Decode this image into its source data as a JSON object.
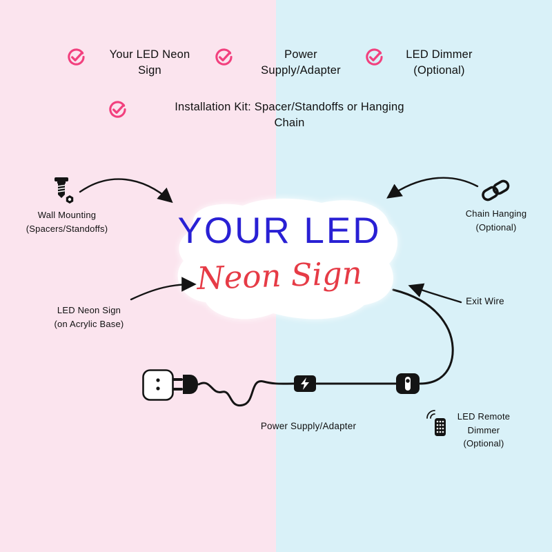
{
  "title": "LED Neon Sign package infographic",
  "colors": {
    "bg_left": "#fbe4ee",
    "bg_right": "#d9f1f8",
    "accent_pink": "#f2407e",
    "sign_blue": "#2920d4",
    "sign_red": "#e63b46",
    "line_black": "#141414"
  },
  "icons": {
    "check-icon": "pink circular check mark",
    "screw-icon": "screw with hex nut",
    "chain-link-icon": "two chain links",
    "power-outlet-icon": "wall power socket",
    "plug-icon": "power plug",
    "power-adapter-icon": "black adapter box with lightning bolt",
    "dimmer-switch-icon": "black inline dimmer with slider",
    "remote-control-icon": "remote with signal waves"
  },
  "checklist": [
    {
      "text": "Your LED Neon\nSign"
    },
    {
      "text": "Power\nSupply/Adapter"
    },
    {
      "text": "LED Dimmer\n(Optional)"
    },
    {
      "text": "Installation Kit: Spacer/Standoffs or Hanging\nChain"
    }
  ],
  "sign": {
    "title": "YOUR LED",
    "subtitle": "Neon Sign"
  },
  "callouts": {
    "wall_mounting": "Wall Mounting\n(Spacers/Standoffs)",
    "chain_hanging": "Chain Hanging\n(Optional)",
    "led_neon_sign": "LED Neon Sign\n(on Acrylic Base)",
    "exit_wire": "Exit Wire",
    "power_supply": "Power Supply/Adapter",
    "remote_dimmer": "LED Remote\nDimmer\n(Optional)"
  }
}
